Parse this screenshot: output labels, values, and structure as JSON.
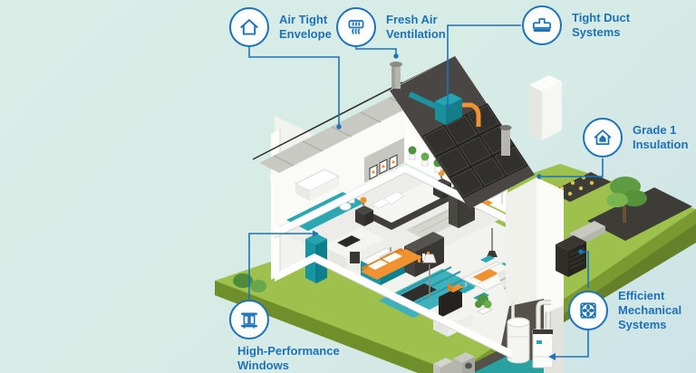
{
  "figure": {
    "type": "isometric energy-efficient home cutaway infographic"
  },
  "colors": {
    "background": "#d9ede7",
    "accent_blue": "#1d72b8",
    "grass_top": "#9dc14c",
    "grass_side": "#66832a",
    "roof_dark": "#45423e",
    "teal": "#1795a3",
    "orange": "#f0922f"
  },
  "callouts": {
    "air_tight_envelope": {
      "label": "Air Tight\nEnvelope",
      "icon": "house-outline-icon"
    },
    "fresh_air_ventilation": {
      "label": "Fresh Air\nVentilation",
      "icon": "vent-icon"
    },
    "tight_duct_systems": {
      "label": "Tight Duct\nSystems",
      "icon": "duct-icon"
    },
    "grade_1_insulation": {
      "label": "Grade 1\nInsulation",
      "icon": "insulated-house-icon"
    },
    "efficient_mechanical_systems": {
      "label": "Efficient\nMechanical\nSystems",
      "icon": "fan-icon"
    },
    "high_performance_windows": {
      "label": "High-Performance\nWindows",
      "icon": "window-icon"
    }
  }
}
